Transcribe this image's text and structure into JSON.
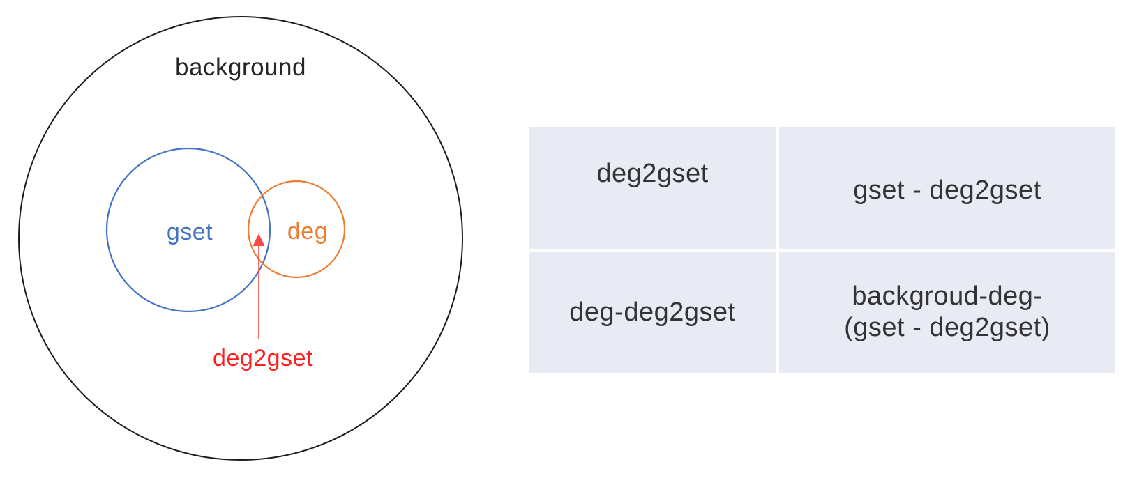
{
  "diagram": {
    "background_label": "background",
    "gset_label": "gset",
    "deg_label": "deg",
    "intersection_label": "deg2gset",
    "colors": {
      "background_circle": "#1c1c1c",
      "gset_circle": "#4472c4",
      "deg_circle": "#ed7d31",
      "arrow": "#f94848",
      "intersection_label": "#ff1e1e"
    }
  },
  "table": {
    "cell_background": "#e9ebf4",
    "text_color": "#333333",
    "rows": [
      [
        "deg2gset",
        "gset - deg2gset"
      ],
      [
        "deg-deg2gset",
        "backgroud-deg-\n(gset - deg2gset)"
      ]
    ]
  }
}
